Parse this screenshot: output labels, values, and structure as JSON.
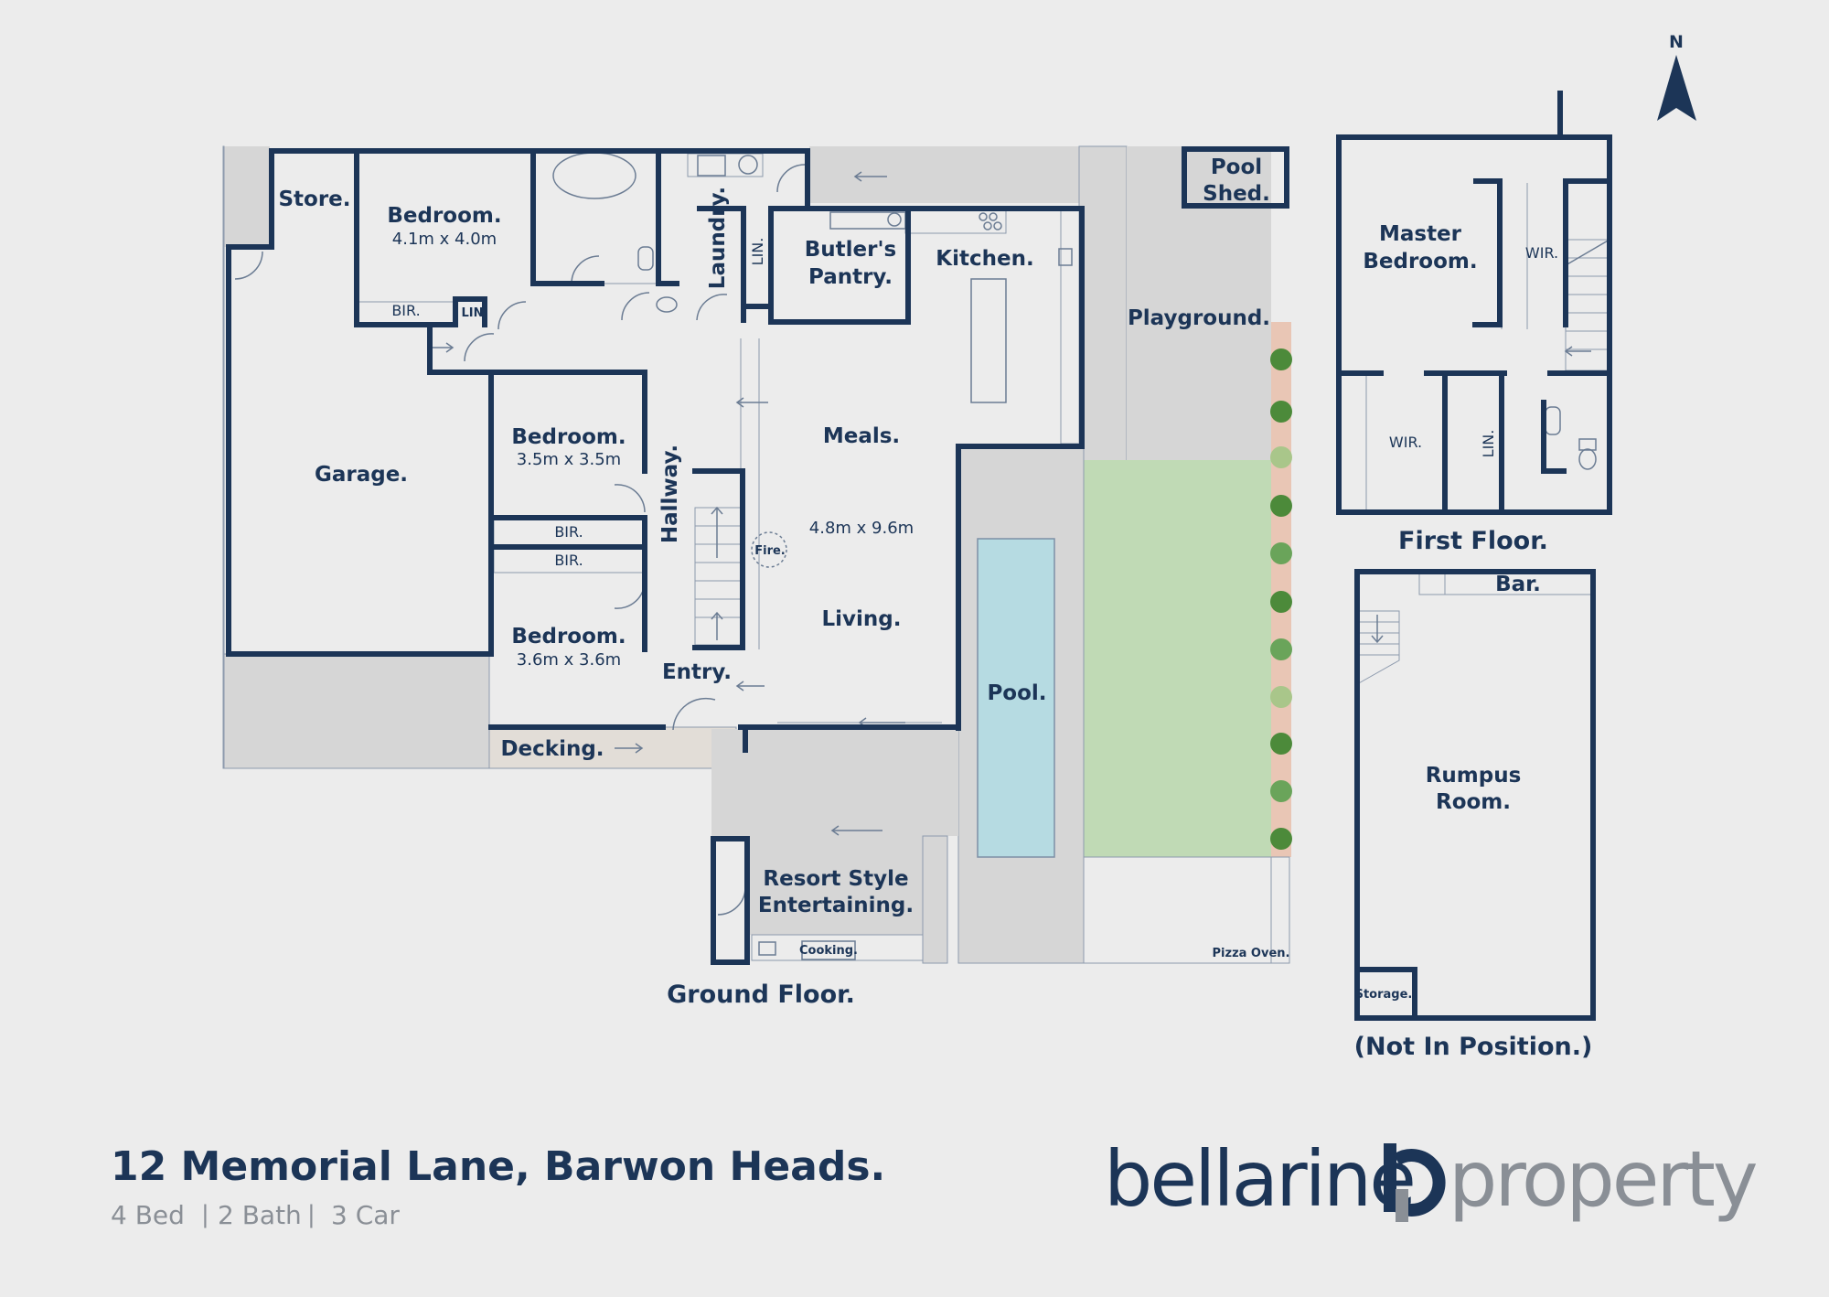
{
  "colors": {
    "background": "#ececec",
    "wall": "#1c3557",
    "paving": "#d6d6d6",
    "lawn": "#c0dab5",
    "pool": "#b6dbe2",
    "decking": "#e2ddd7",
    "garden_bed": "#e9c6b5",
    "brand": "#1c3557",
    "brand_grey": "#8a8f96"
  },
  "compass": {
    "label": "N"
  },
  "ground_floor": {
    "title": "Ground Floor.",
    "rooms": {
      "store": "Store.",
      "bedroom1": {
        "name": "Bedroom.",
        "dims": "4.1m x 4.0m"
      },
      "bir1": "BIR.",
      "lin1": "LIN.",
      "laundry": "Laundry.",
      "lin2": "LIN.",
      "butlers_pantry": [
        "Butler's",
        "Pantry."
      ],
      "kitchen": "Kitchen.",
      "pool_shed": [
        "Pool",
        "Shed."
      ],
      "playground": "Playground.",
      "garage": "Garage.",
      "bedroom2": {
        "name": "Bedroom.",
        "dims": "3.5m x 3.5m"
      },
      "bir2": "BIR.",
      "bir3": "BIR.",
      "bedroom3": {
        "name": "Bedroom.",
        "dims": "3.6m x 3.6m"
      },
      "hallway": "Hallway.",
      "meals": "Meals.",
      "living_dims": "4.8m x 9.6m",
      "fire": "Fire.",
      "living": "Living.",
      "entry": "Entry.",
      "decking": "Decking.",
      "pool": "Pool.",
      "resort": [
        "Resort Style",
        "Entertaining."
      ],
      "cooking": "Cooking.",
      "pizza_oven": "Pizza Oven."
    }
  },
  "first_floor": {
    "title": "First Floor.",
    "rooms": {
      "master": [
        "Master",
        "Bedroom."
      ],
      "wir1": "WIR.",
      "wir2": "WIR.",
      "lin": "LIN."
    }
  },
  "rumpus_floor": {
    "note": "(Not In Position.)",
    "rooms": {
      "bar": "Bar.",
      "rumpus": [
        "Rumpus",
        "Room."
      ],
      "storage": "Storage."
    }
  },
  "footer": {
    "address": "12 Memorial Lane, Barwon Heads.",
    "features": [
      "4 Bed",
      "2 Bath",
      "3 Car"
    ],
    "separator": "|"
  },
  "brand": {
    "left": "bellarine",
    "right": "property"
  }
}
